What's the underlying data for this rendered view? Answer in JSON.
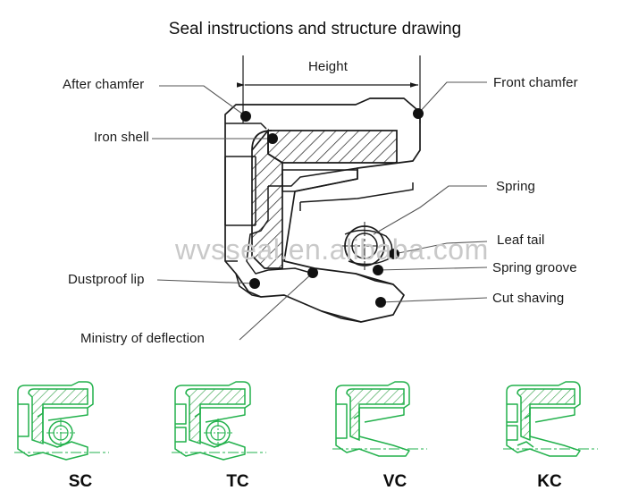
{
  "title": "Seal instructions and structure drawing",
  "watermark": "wvsseal.en.alibaba.com",
  "dimension": {
    "label": "Height"
  },
  "callouts": {
    "after_chamfer": "After chamfer",
    "iron_shell": "Iron shell",
    "dustproof_lip": "Dustproof lip",
    "ministry_of_deflection": "Ministry of deflection",
    "front_chamfer": "Front chamfer",
    "spring": "Spring",
    "leaf_tail": "Leaf tail",
    "spring_groove": "Spring groove",
    "cut_shaving": "Cut shaving"
  },
  "seal_types": [
    {
      "code": "SC",
      "has_spring": true,
      "has_dust_lip": true
    },
    {
      "code": "TC",
      "has_spring": true,
      "has_dust_lip": true
    },
    {
      "code": "VC",
      "has_spring": false,
      "has_dust_lip": false
    },
    {
      "code": "KC",
      "has_spring": false,
      "has_dust_lip": false
    }
  ],
  "colors": {
    "line": "#1a1a1a",
    "thumb_stroke": "#22b14c",
    "thumb_hatch": "#2e9e44",
    "watermark": "#c9c9c9",
    "background": "#ffffff"
  }
}
